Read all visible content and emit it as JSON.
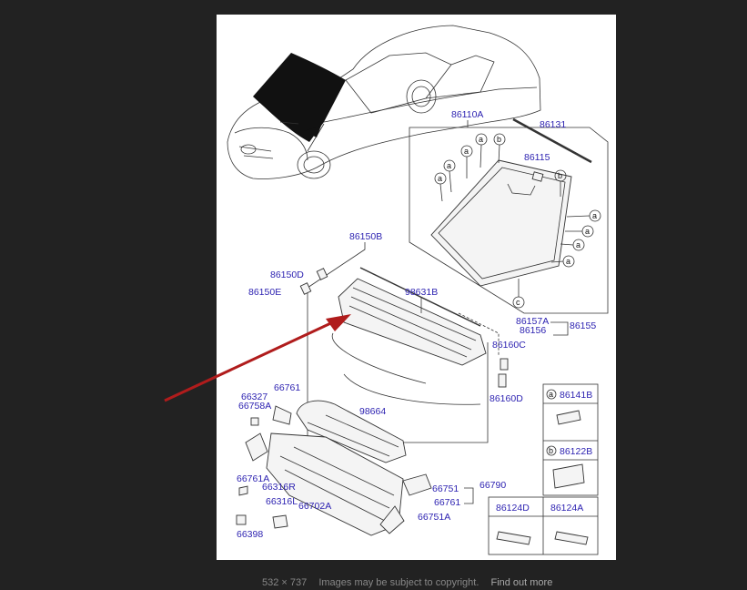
{
  "diagram": {
    "windshield_group": {
      "label": "86110A",
      "clip_labels": [
        "a",
        "a",
        "a",
        "a",
        "b",
        "a",
        "a",
        "a",
        "a",
        "b",
        "c"
      ]
    },
    "parts": [
      {
        "id": "86131"
      },
      {
        "id": "86115"
      },
      {
        "id": "86150B"
      },
      {
        "id": "86150D"
      },
      {
        "id": "86150E"
      },
      {
        "id": "98631B"
      },
      {
        "id": "86157A"
      },
      {
        "id": "86156"
      },
      {
        "id": "86155"
      },
      {
        "id": "86160C"
      },
      {
        "id": "86160D"
      },
      {
        "id": "98664"
      },
      {
        "id": "66327"
      },
      {
        "id": "66758A"
      },
      {
        "id": "66761"
      },
      {
        "id": "66761A"
      },
      {
        "id": "66316R"
      },
      {
        "id": "66316L"
      },
      {
        "id": "66702A"
      },
      {
        "id": "66398"
      },
      {
        "id": "66751"
      },
      {
        "id": "66761"
      },
      {
        "id": "66790"
      },
      {
        "id": "66751A"
      }
    ],
    "legend": [
      {
        "key": "a",
        "part": "86141B"
      },
      {
        "key": "b",
        "part": "86122B"
      },
      {
        "key": "",
        "part": "86124D"
      },
      {
        "key": "",
        "part": "86124A"
      }
    ]
  },
  "caption": {
    "dimensions": "532 × 737",
    "notice": "Images may be subject to copyright.",
    "link": "Find out more"
  }
}
